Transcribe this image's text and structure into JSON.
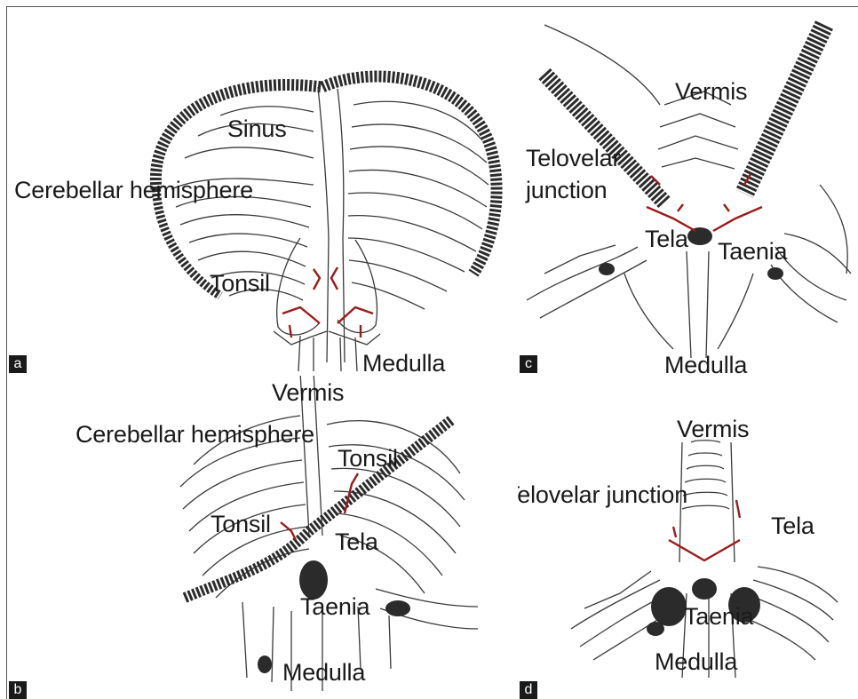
{
  "panels": {
    "a": {
      "tag": "a",
      "labels": {
        "sinus": "Sinus",
        "cerebellar_hemisphere": "Cerebellar hemisphere",
        "tonsil": "Tonsil",
        "medulla": "Medulla"
      }
    },
    "b": {
      "tag": "b",
      "labels": {
        "vermis": "Vermis",
        "cerebellar_hemisphere": "Cerebellar hemisphere",
        "tonsil_right": "Tonsil",
        "tonsil_left": "Tonsil",
        "tela": "Tela",
        "taenia": "Taenia",
        "medulla": "Medulla"
      }
    },
    "c": {
      "tag": "c",
      "labels": {
        "vermis": "Vermis",
        "telovelar_line1": "Telovelar",
        "telovelar_line2": "junction",
        "tela": "Tela",
        "taenia": "Taenia",
        "medulla": "Medulla"
      }
    },
    "d": {
      "tag": "d",
      "labels": {
        "vermis": "Vermis",
        "telovelar_junction": "Telovelar junction",
        "tela": "Tela",
        "taenia": "Taenia",
        "medulla": "Medulla"
      }
    }
  },
  "colors": {
    "sketch": "#3a3a3a",
    "shading": "#2b2b2b",
    "highlight": "#9b1b1b",
    "frame": "#555555"
  }
}
